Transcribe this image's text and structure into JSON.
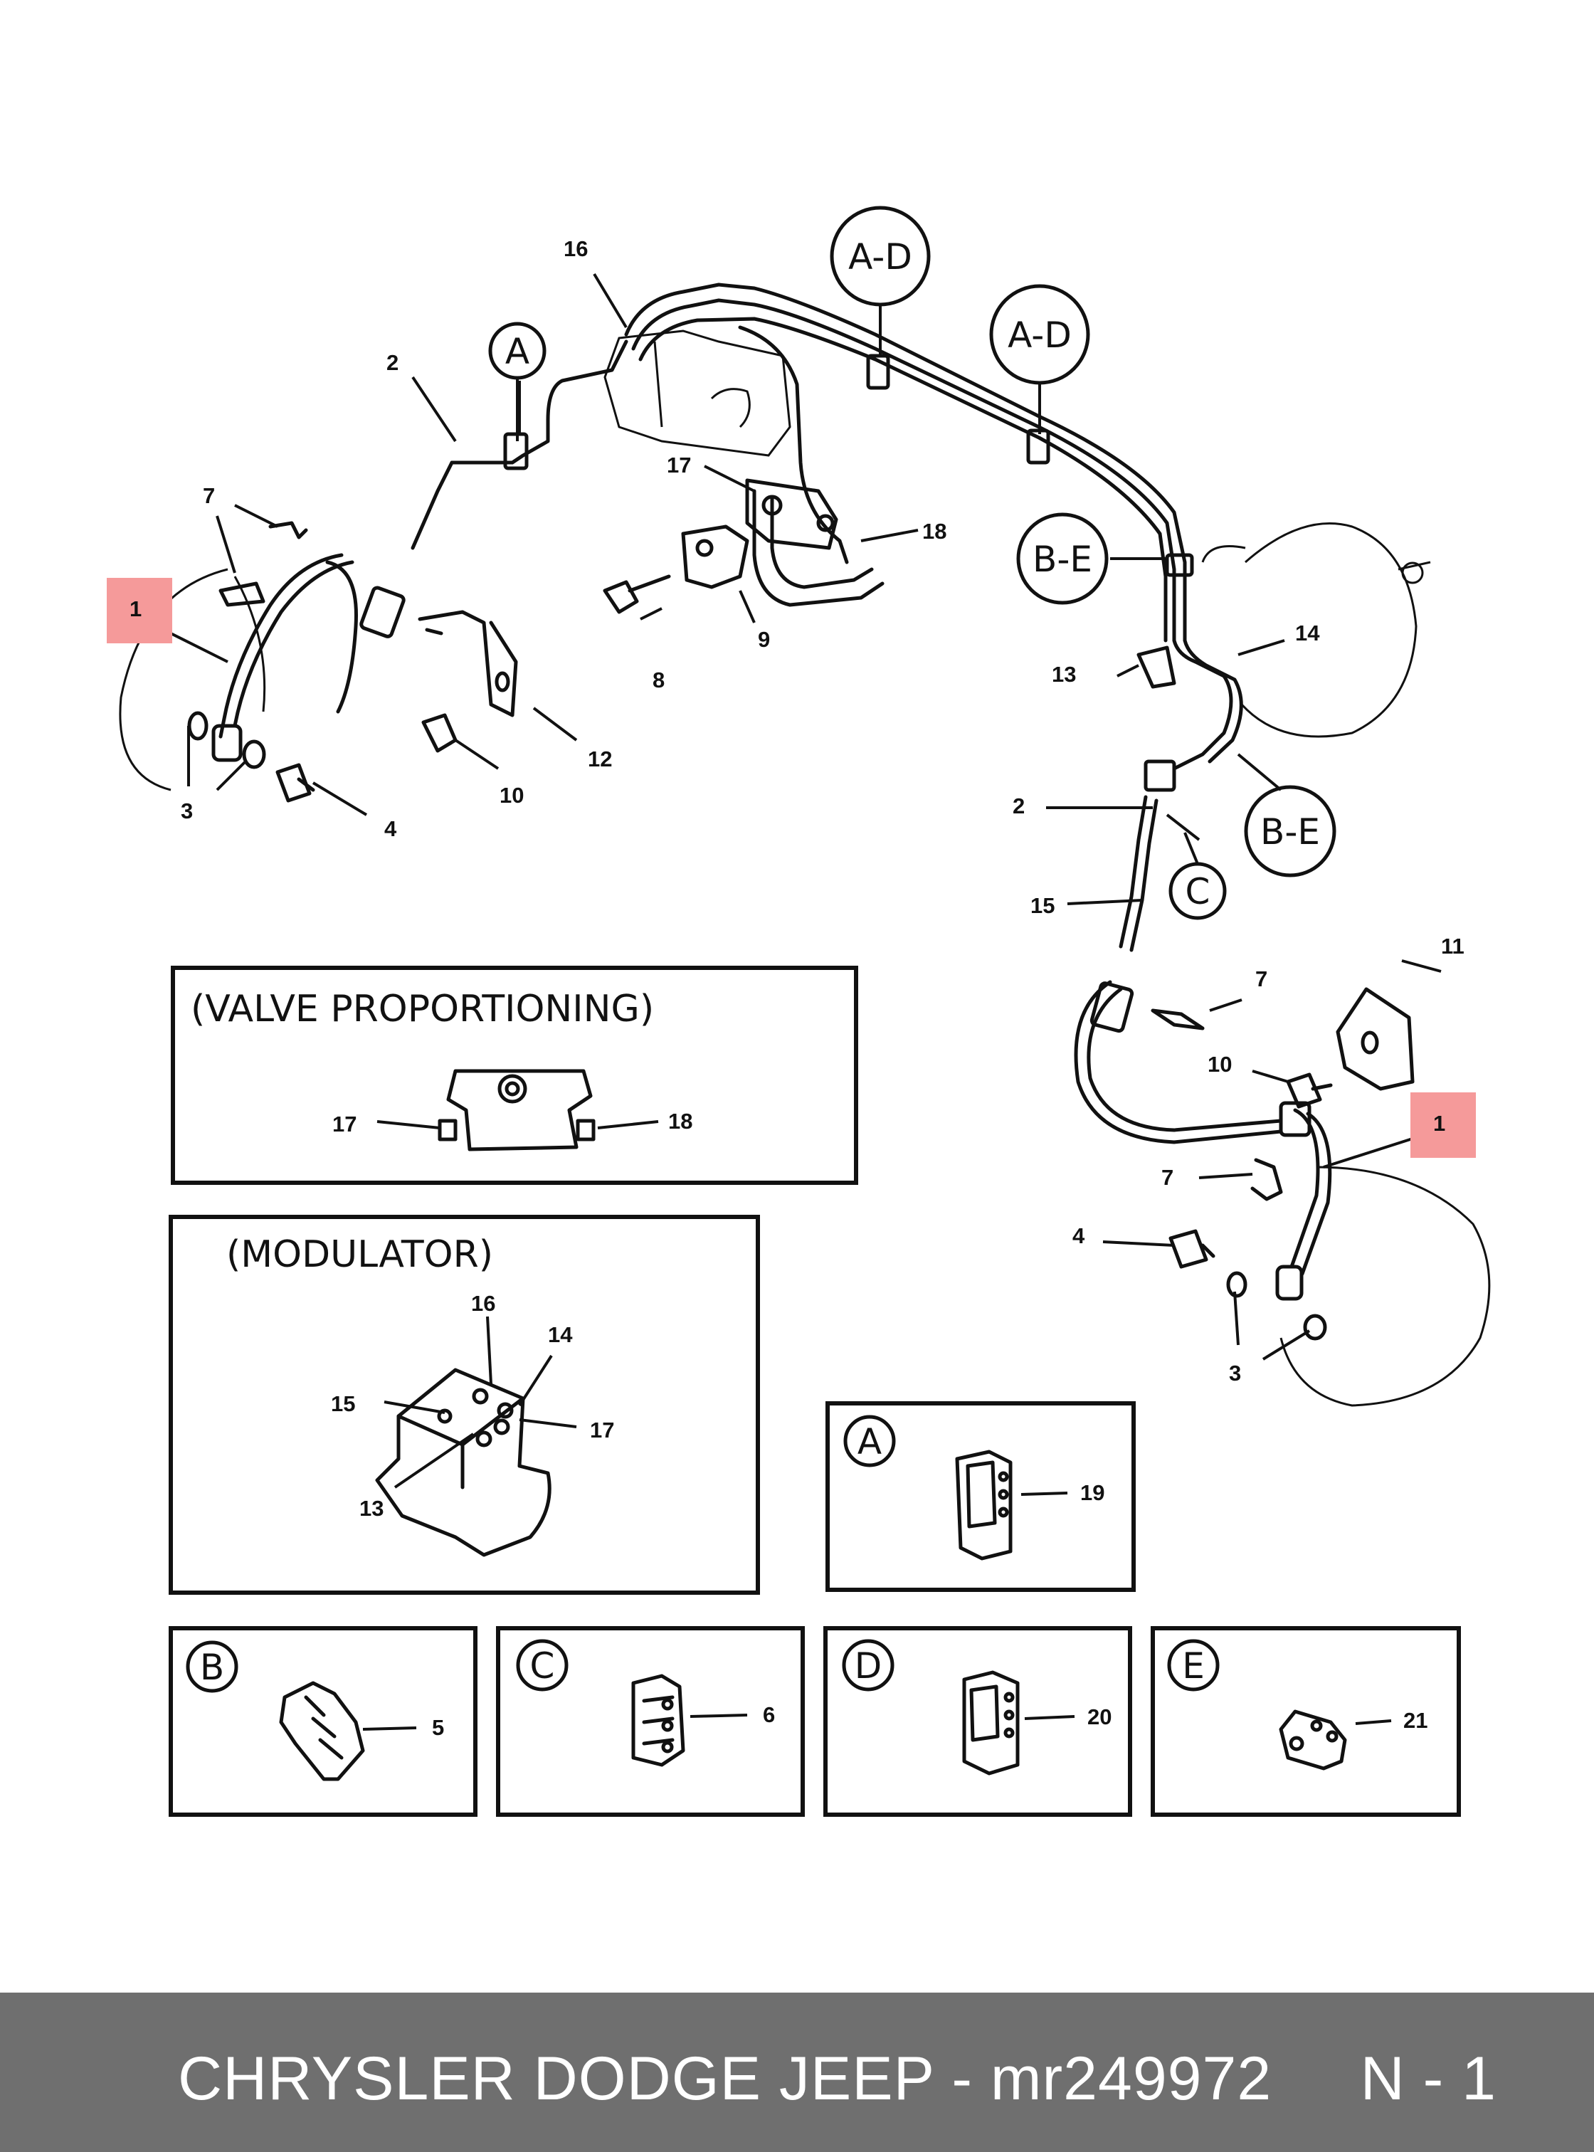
{
  "callouts": {
    "c1_left": "1",
    "c1_right": "1",
    "c2_left": "2",
    "c2_right": "2",
    "c3_left": "3",
    "c3_right": "3",
    "c4_left": "4",
    "c4_right": "4",
    "c7_left": "7",
    "c7_mid": "7",
    "c7_right": "7",
    "c8": "8",
    "c9": "9",
    "c10_left": "10",
    "c10_right": "10",
    "c11": "11",
    "c12": "12",
    "c13": "13",
    "c14": "14",
    "c15": "15",
    "c16": "16",
    "c17": "17",
    "c18": "18"
  },
  "circles": {
    "a_top": "A",
    "ad_1": "A-D",
    "ad_2": "A-D",
    "be_1": "B-E",
    "be_2": "B-E",
    "c_main": "C"
  },
  "valve_box": {
    "title": "(VALVE PROPORTIONING)",
    "left": "17",
    "right": "18"
  },
  "modulator_box": {
    "title": "(MODULATOR)",
    "p16": "16",
    "p14": "14",
    "p15": "15",
    "p17": "17",
    "p13": "13"
  },
  "detail_boxes": [
    {
      "letter": "A",
      "part": "19"
    },
    {
      "letter": "B",
      "part": "5"
    },
    {
      "letter": "C",
      "part": "6"
    },
    {
      "letter": "D",
      "part": "20"
    },
    {
      "letter": "E",
      "part": "21"
    }
  ],
  "footer": {
    "text": "CHRYSLER DODGE JEEP - mr249972     N - 1"
  },
  "colors": {
    "highlight": "#f59a9a",
    "footer_bg": "#6f6f6f",
    "ink": "#111111"
  }
}
